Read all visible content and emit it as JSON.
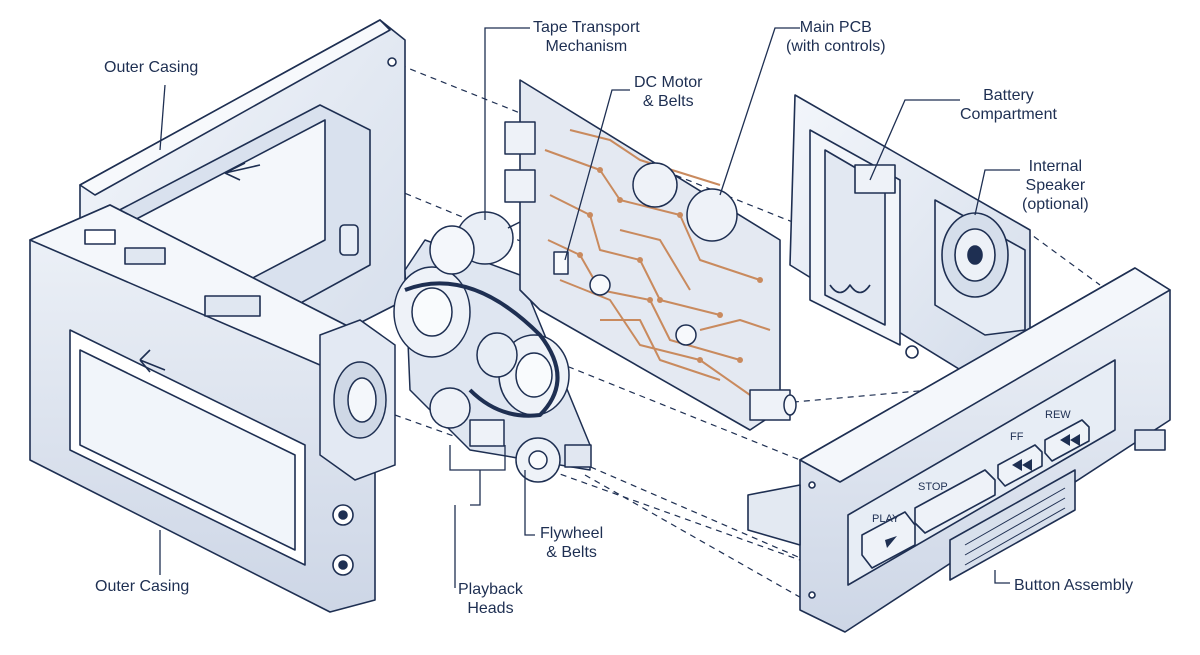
{
  "labels": {
    "outer_casing_top": "Outer Casing",
    "outer_casing_bottom": "Outer Casing",
    "tape_transport": [
      "Tape Transport",
      "Mechanism"
    ],
    "main_pcb": [
      "Main PCB",
      "(with controls)"
    ],
    "dc_motor": [
      "DC Motor",
      "& Belts"
    ],
    "battery": [
      "Battery",
      "Compartment"
    ],
    "speaker": [
      "Internal",
      "Speaker",
      "(optional)"
    ],
    "flywheel": [
      "Flywheel",
      "& Belts"
    ],
    "playback_heads": [
      "Playback",
      "Heads"
    ],
    "button_assembly": "Button Assembly"
  },
  "buttons": {
    "play": "PLAY",
    "stop": "STOP",
    "ff": "FF",
    "rew": "REW"
  },
  "colors": {
    "ink": "#1e2f52",
    "casing_fill": "#e9eef7",
    "casing_shade": "#cfd8e8",
    "pcb_fill": "#e4e9f2",
    "trace": "#c98a5e"
  }
}
